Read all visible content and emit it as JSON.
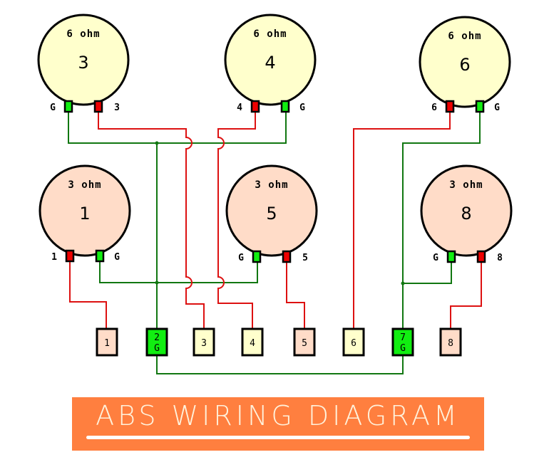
{
  "title": "ABS WIRING DIAGRAM",
  "colors": {
    "six_ohm_fill": "#ffffcc",
    "three_ohm_fill": "#ffdcc8",
    "positive_wire": "#dd1111",
    "ground_wire": "#117711",
    "positive_terminal": "#ee0000",
    "ground_terminal": "#11ee11",
    "ground_connector": "#11ee11",
    "banner": "#ff7f3f"
  },
  "speakers": [
    {
      "id": "3",
      "number": "3",
      "impedance": "6 ohm",
      "row": "top",
      "positive_label": "3",
      "ground_label": "G"
    },
    {
      "id": "4",
      "number": "4",
      "impedance": "6 ohm",
      "row": "top",
      "positive_label": "4",
      "ground_label": "G"
    },
    {
      "id": "6",
      "number": "6",
      "impedance": "6 ohm",
      "row": "top",
      "positive_label": "6",
      "ground_label": "G"
    },
    {
      "id": "1",
      "number": "1",
      "impedance": "3 ohm",
      "row": "bottom",
      "positive_label": "1",
      "ground_label": "G"
    },
    {
      "id": "5",
      "number": "5",
      "impedance": "3 ohm",
      "row": "bottom",
      "positive_label": "5",
      "ground_label": "G"
    },
    {
      "id": "8",
      "number": "8",
      "impedance": "3 ohm",
      "row": "bottom",
      "positive_label": "8",
      "ground_label": "G"
    }
  ],
  "connector": {
    "pins": [
      {
        "line1": "1",
        "line2": "",
        "type": "positive",
        "speaker": "1"
      },
      {
        "line1": "2",
        "line2": "G",
        "type": "ground",
        "speaker": ""
      },
      {
        "line1": "3",
        "line2": "",
        "type": "positive",
        "speaker": "3"
      },
      {
        "line1": "4",
        "line2": "",
        "type": "positive",
        "speaker": "4"
      },
      {
        "line1": "5",
        "line2": "",
        "type": "positive",
        "speaker": "5"
      },
      {
        "line1": "6",
        "line2": "",
        "type": "positive",
        "speaker": "6"
      },
      {
        "line1": "7",
        "line2": "G",
        "type": "ground",
        "speaker": ""
      },
      {
        "line1": "8",
        "line2": "",
        "type": "positive",
        "speaker": "8"
      }
    ]
  }
}
